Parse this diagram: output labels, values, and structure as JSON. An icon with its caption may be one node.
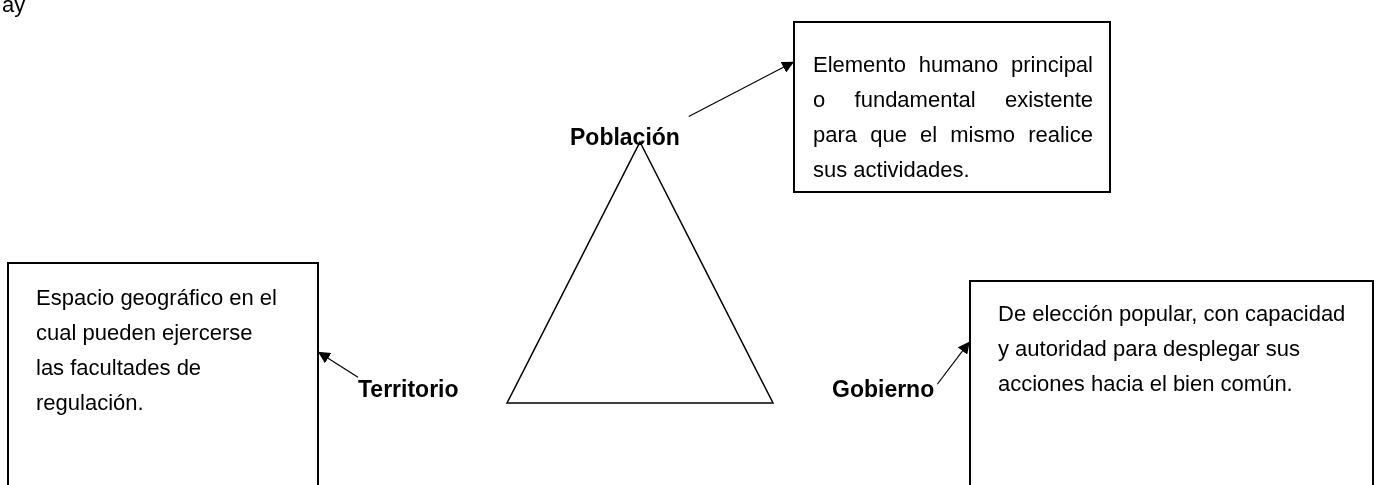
{
  "diagram": {
    "nodes": [
      {
        "text": [
          "Población"
        ]
      },
      {
        "text": [
          "Elemento humano principal o fundamental existente para que el mismo realice sus actividades."
        ]
      },
      {
        "text": [
          "Territorio"
        ]
      },
      {
        "text": [
          "Espacio geográfico en el cual pueden ejercerse las facultades de regulación."
        ]
      },
      {
        "text": [
          "Gobierno"
        ]
      },
      {
        "text": [
          "De elección popular, con  capacidad y autoridad para desplegar sus acciones hacia el bien común."
        ]
      },
      {
        "text": [],
        "shape": "triangle"
      }
    ],
    "edges": [
      {
        "from": 0,
        "to": 1,
        "arrow": "to"
      },
      {
        "from": 2,
        "to": 3,
        "arrow": "to"
      },
      {
        "from": 4,
        "to": 5,
        "arrow": "to"
      }
    ],
    "labels": [
      "ay"
    ]
  }
}
